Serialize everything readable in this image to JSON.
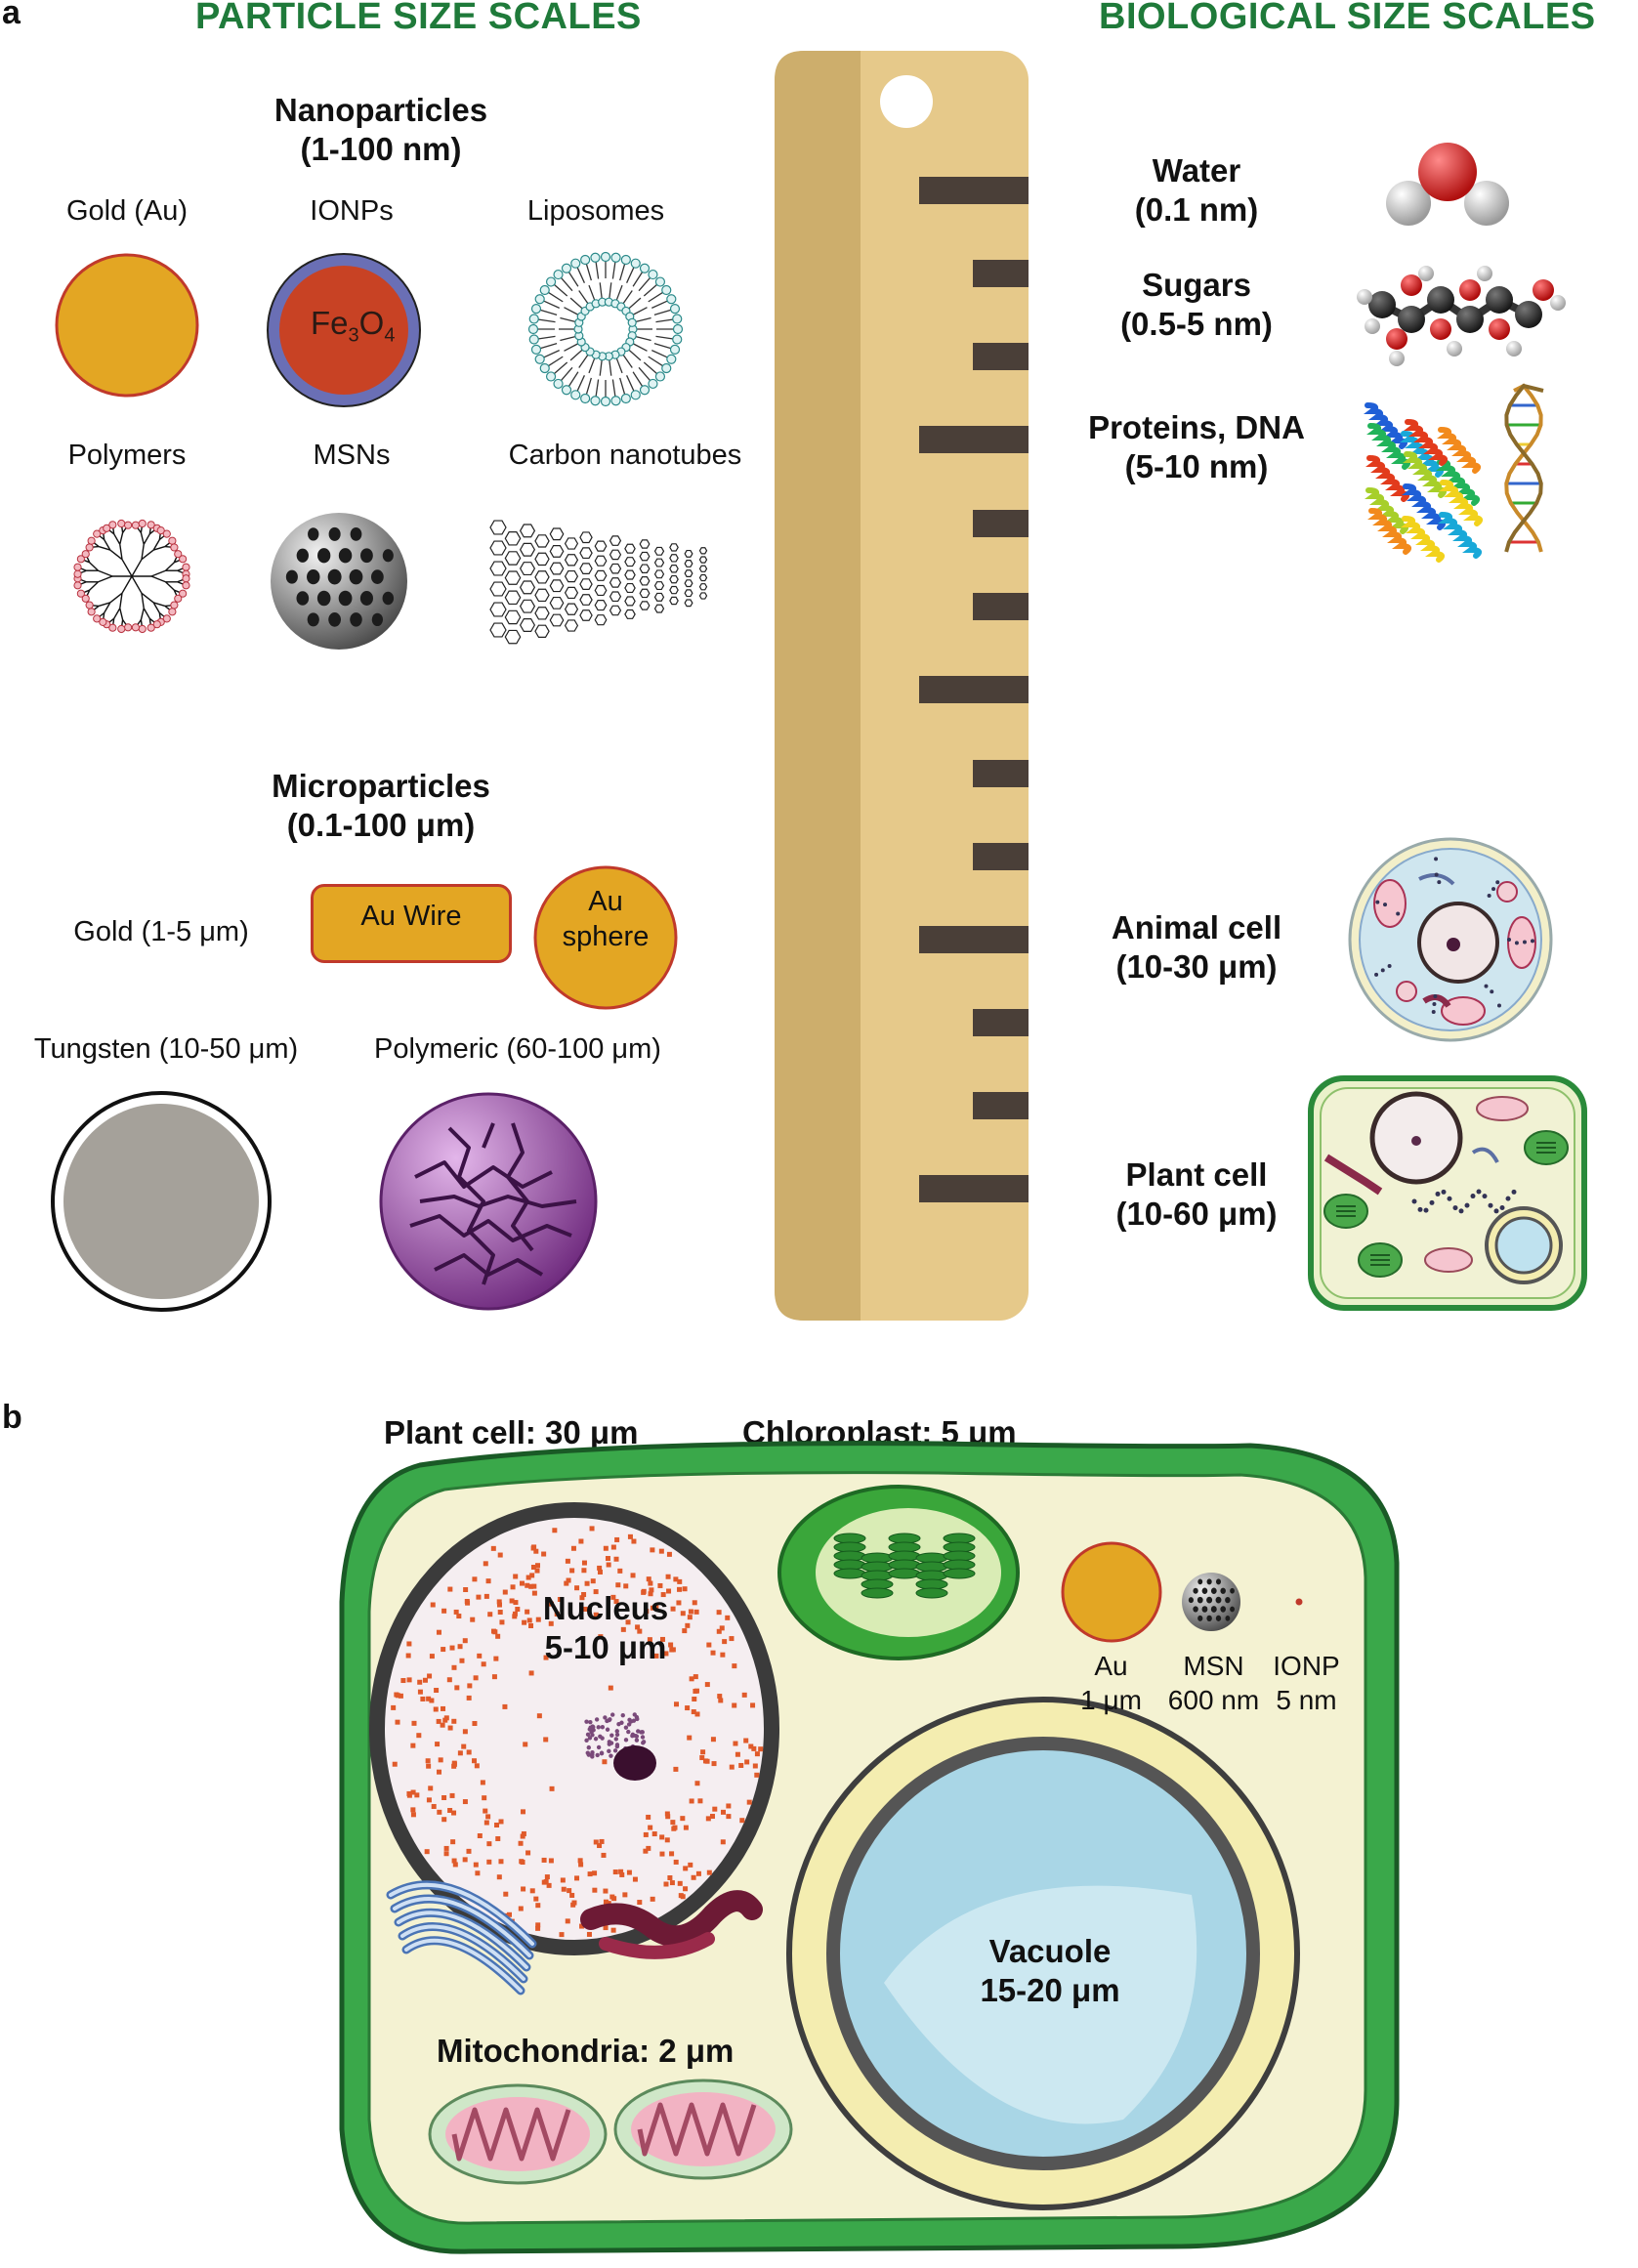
{
  "panel_a": {
    "letter": "a",
    "left_heading": "PARTICLE SIZE SCALES",
    "right_heading": "BIOLOGICAL SIZE SCALES",
    "nanoparticles": {
      "title_line1": "Nanoparticles",
      "title_line2": "(1-100 nm)",
      "items": {
        "gold": "Gold (Au)",
        "ionps": "IONPs",
        "ionp_core_text": "Fe",
        "ionp_sub3": "3",
        "ionp_O": "O",
        "ionp_sub4": "4",
        "liposomes": "Liposomes",
        "polymers": "Polymers",
        "msns": "MSNs",
        "carbon_nanotubes": "Carbon nanotubes"
      }
    },
    "microparticles": {
      "title_line1": "Microparticles",
      "title_line2": "(0.1-100 μm)",
      "gold_label": "Gold (1-5 μm)",
      "au_wire": "Au Wire",
      "au_sphere_line1": "Au",
      "au_sphere_line2": "sphere",
      "tungsten": "Tungsten (10-50 μm)",
      "polymeric": "Polymeric (60-100 μm)"
    },
    "biological": {
      "water_line1": "Water",
      "water_line2": "(0.1 nm)",
      "sugars_line1": "Sugars",
      "sugars_line2": "(0.5-5 nm)",
      "proteins_line1": "Proteins, DNA",
      "proteins_line2": "(5-10 nm)",
      "animal_line1": "Animal cell",
      "animal_line2": "(10-30 μm)",
      "plant_line1": "Plant cell",
      "plant_line2": "(10-60 μm)"
    }
  },
  "panel_b": {
    "letter": "b",
    "plant_cell": "Plant cell: 30 μm",
    "chloroplast": "Chloroplast: 5 μm",
    "nucleus_line1": "Nucleus",
    "nucleus_line2": "5-10 μm",
    "au_line1": "Au",
    "au_line2": "1 μm",
    "msn_line1": "MSN",
    "msn_line2": "600 nm",
    "ionp_line1": "IONP",
    "ionp_line2": "5 nm",
    "vacuole_line1": "Vacuole",
    "vacuole_line2": "15-20 μm",
    "mitochondria": "Mitochondria: 2 μm"
  },
  "colors": {
    "heading_green": "#1f7a3a",
    "gold": "#e3a623",
    "gold_border": "#c0392b",
    "ionp_core": "#c84224",
    "ionp_shell": "#6a6fb5",
    "ruler_light": "#e6c98a",
    "ruler_dark": "#cdae6c",
    "ruler_tick": "#4a3f38",
    "cell_green": "#1e8a3a",
    "cytoplasm": "#f4f2d2",
    "vacuole": "#a9d6e6"
  }
}
